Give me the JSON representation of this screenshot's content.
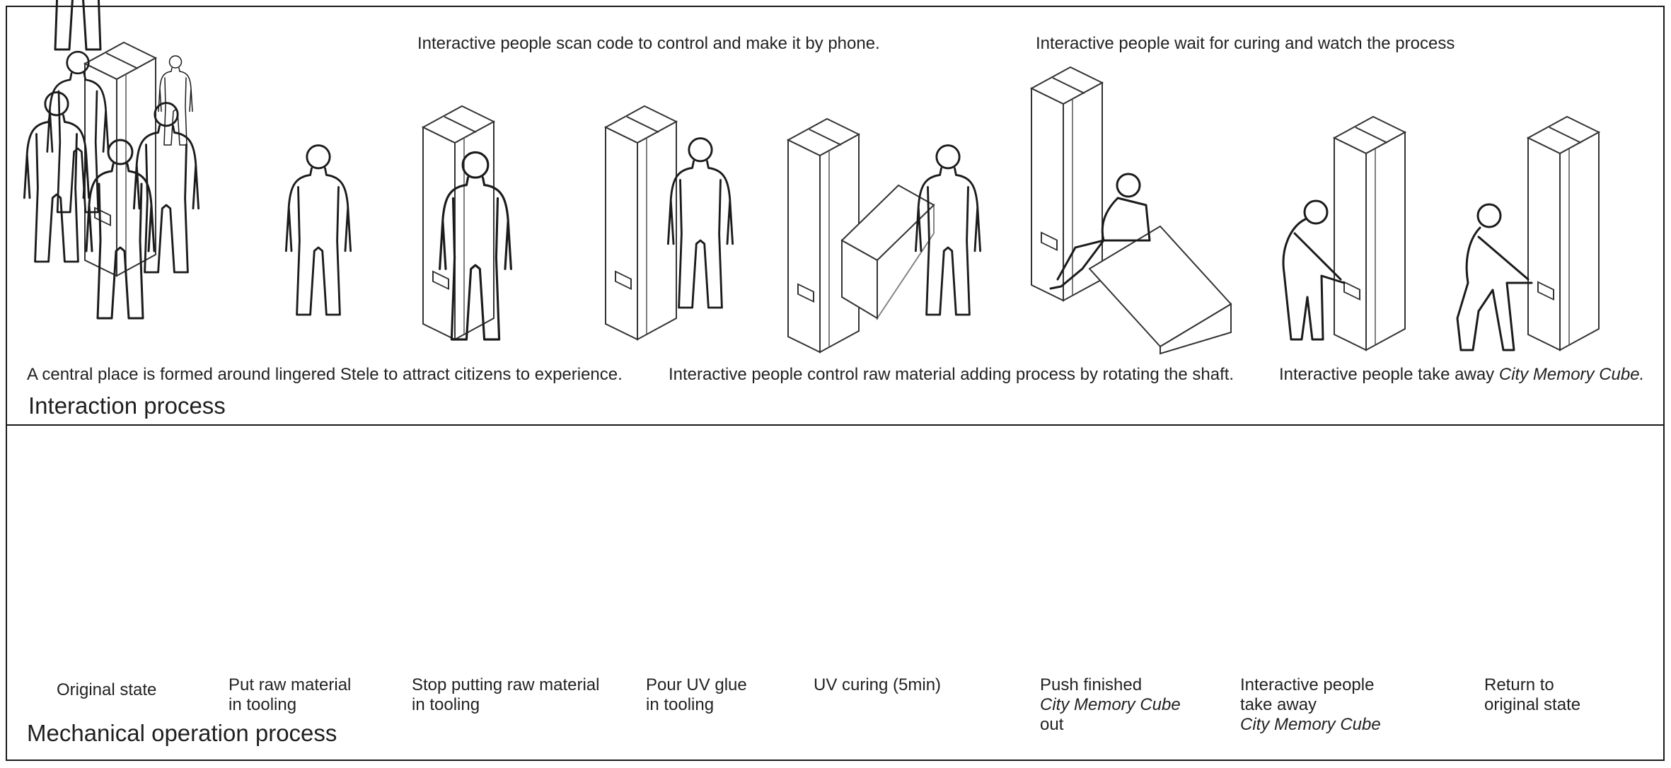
{
  "top_section": {
    "title": "Interaction process",
    "captions": {
      "scan": "Interactive people scan code to control and make it by phone.",
      "wait": "Interactive people wait for curing and watch the process",
      "central": "A central place is formed around lingered Stele to attract citizens to experience.",
      "rotate": "Interactive people control raw material adding process by rotating the shaft.",
      "takeaway_prefix": "Interactive people take away ",
      "takeaway_italic": "City Memory Cube."
    }
  },
  "bottom_section": {
    "title": "Mechanical operation process",
    "steps": [
      {
        "line1": "Original state"
      },
      {
        "line1": "Put raw material",
        "line2": "in tooling"
      },
      {
        "line1": "Stop putting raw material",
        "line2": "in tooling"
      },
      {
        "line1": "Pour UV glue",
        "line2": "in tooling"
      },
      {
        "line1": "UV curing (5min)"
      },
      {
        "line1": "Push finished",
        "line2_italic": "City Memory Cube",
        "line3": "out"
      },
      {
        "line1": "Interactive people",
        "line2": "take away",
        "line3_italic": "City Memory Cube"
      },
      {
        "line1": "Return to",
        "line2": "original state"
      }
    ]
  },
  "colors": {
    "border": "#1a1a1a",
    "line": "#1b1b1b",
    "raw_material": "#d9825a",
    "finished_cube": "#f3c7c0",
    "uv_light": "#b98ef0"
  }
}
